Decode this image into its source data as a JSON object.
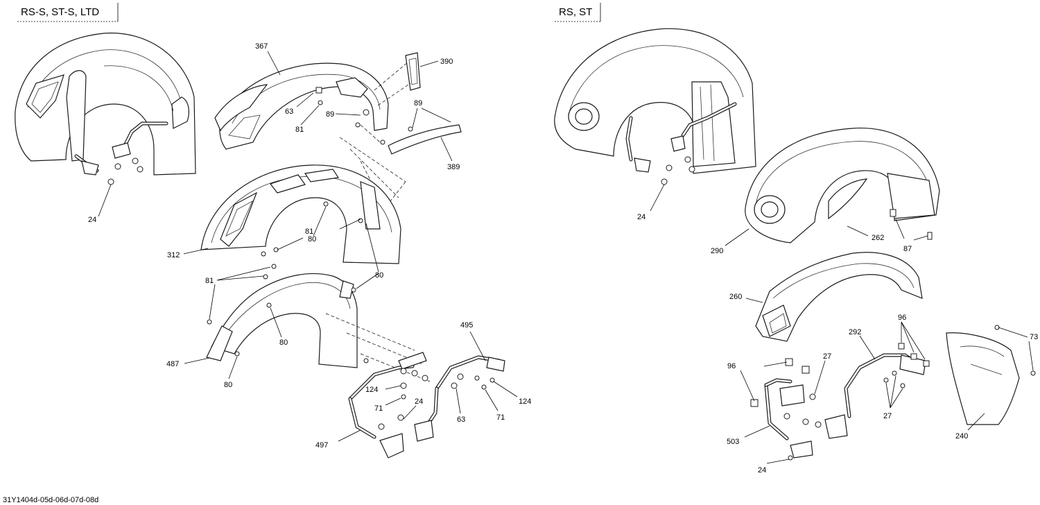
{
  "headers": {
    "left": "RS-S, ST-S, LTD",
    "right": "RS, ST"
  },
  "drawing_code": "31Y1404d-05d-06d-07d-08d",
  "labels": {
    "p367": "367",
    "p390": "390",
    "p63a": "63",
    "p81a": "81",
    "p89a": "89",
    "p89b": "89",
    "p389": "389",
    "p24a": "24",
    "p81b": "81",
    "p312": "312",
    "p80a": "80",
    "p80b": "80",
    "p81c": "81",
    "p80c": "80",
    "p487": "487",
    "p80d": "80",
    "p495": "495",
    "p124a": "124",
    "p71a": "71",
    "p24b": "24",
    "p63b": "63",
    "p71b": "71",
    "p124b": "124",
    "p497": "497",
    "p24c": "24",
    "p290": "290",
    "p262": "262",
    "p87": "87",
    "p260": "260",
    "p96a": "96",
    "p292": "292",
    "p73": "73",
    "p96b": "96",
    "p27a": "27",
    "p27b": "27",
    "p503": "503",
    "p240": "240",
    "p24d": "24"
  }
}
